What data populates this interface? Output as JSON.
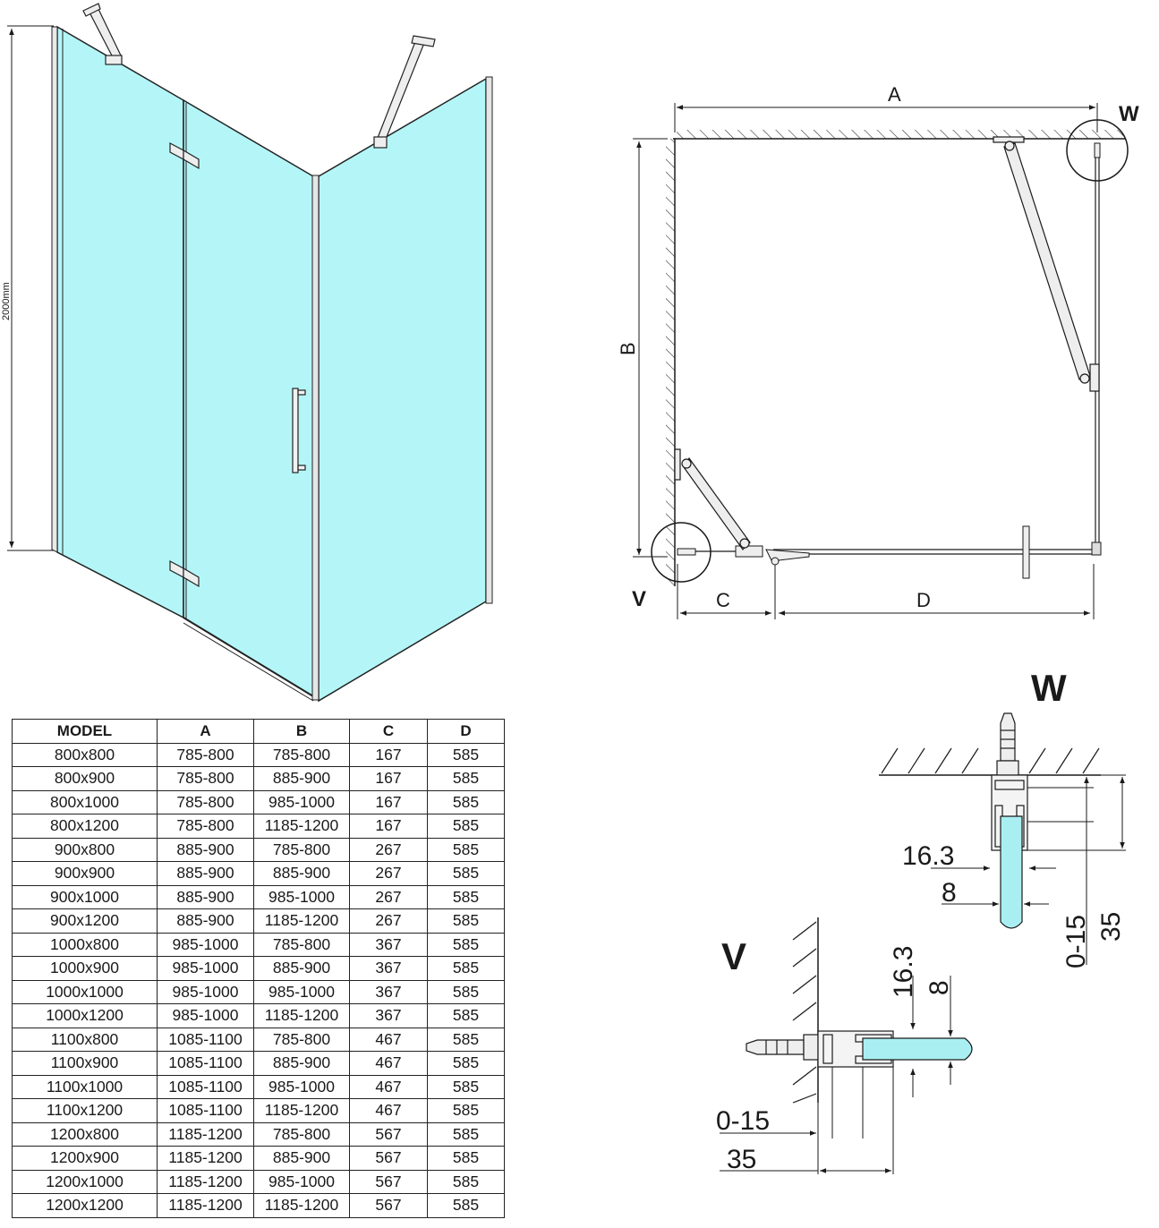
{
  "perspective": {
    "height_label": "2000mm"
  },
  "plan": {
    "label_a": "A",
    "label_b": "B",
    "label_c": "C",
    "label_d": "D",
    "label_w": "W",
    "label_v": "V"
  },
  "detail_w": {
    "title": "W",
    "dim_1": "16.3",
    "dim_2": "8",
    "dim_3": "0-15",
    "dim_4": "35"
  },
  "detail_v": {
    "title": "V",
    "dim_1": "16.3",
    "dim_2": "8",
    "dim_3": "0-15",
    "dim_4": "35"
  },
  "colors": {
    "glass": "#b4f6f8",
    "glass_detail": "#a9eff2",
    "line": "#1a1a1a"
  },
  "table": {
    "headers": [
      "MODEL",
      "A",
      "B",
      "C",
      "D"
    ],
    "rows": [
      [
        "800x800",
        "785-800",
        "785-800",
        "167",
        "585"
      ],
      [
        "800x900",
        "785-800",
        "885-900",
        "167",
        "585"
      ],
      [
        "800x1000",
        "785-800",
        "985-1000",
        "167",
        "585"
      ],
      [
        "800x1200",
        "785-800",
        "1185-1200",
        "167",
        "585"
      ],
      [
        "900x800",
        "885-900",
        "785-800",
        "267",
        "585"
      ],
      [
        "900x900",
        "885-900",
        "885-900",
        "267",
        "585"
      ],
      [
        "900x1000",
        "885-900",
        "985-1000",
        "267",
        "585"
      ],
      [
        "900x1200",
        "885-900",
        "1185-1200",
        "267",
        "585"
      ],
      [
        "1000x800",
        "985-1000",
        "785-800",
        "367",
        "585"
      ],
      [
        "1000x900",
        "985-1000",
        "885-900",
        "367",
        "585"
      ],
      [
        "1000x1000",
        "985-1000",
        "985-1000",
        "367",
        "585"
      ],
      [
        "1000x1200",
        "985-1000",
        "1185-1200",
        "367",
        "585"
      ],
      [
        "1100x800",
        "1085-1100",
        "785-800",
        "467",
        "585"
      ],
      [
        "1100x900",
        "1085-1100",
        "885-900",
        "467",
        "585"
      ],
      [
        "1100x1000",
        "1085-1100",
        "985-1000",
        "467",
        "585"
      ],
      [
        "1100x1200",
        "1085-1100",
        "1185-1200",
        "467",
        "585"
      ],
      [
        "1200x800",
        "1185-1200",
        "785-800",
        "567",
        "585"
      ],
      [
        "1200x900",
        "1185-1200",
        "885-900",
        "567",
        "585"
      ],
      [
        "1200x1000",
        "1185-1200",
        "985-1000",
        "567",
        "585"
      ],
      [
        "1200x1200",
        "1185-1200",
        "1185-1200",
        "567",
        "585"
      ]
    ]
  }
}
